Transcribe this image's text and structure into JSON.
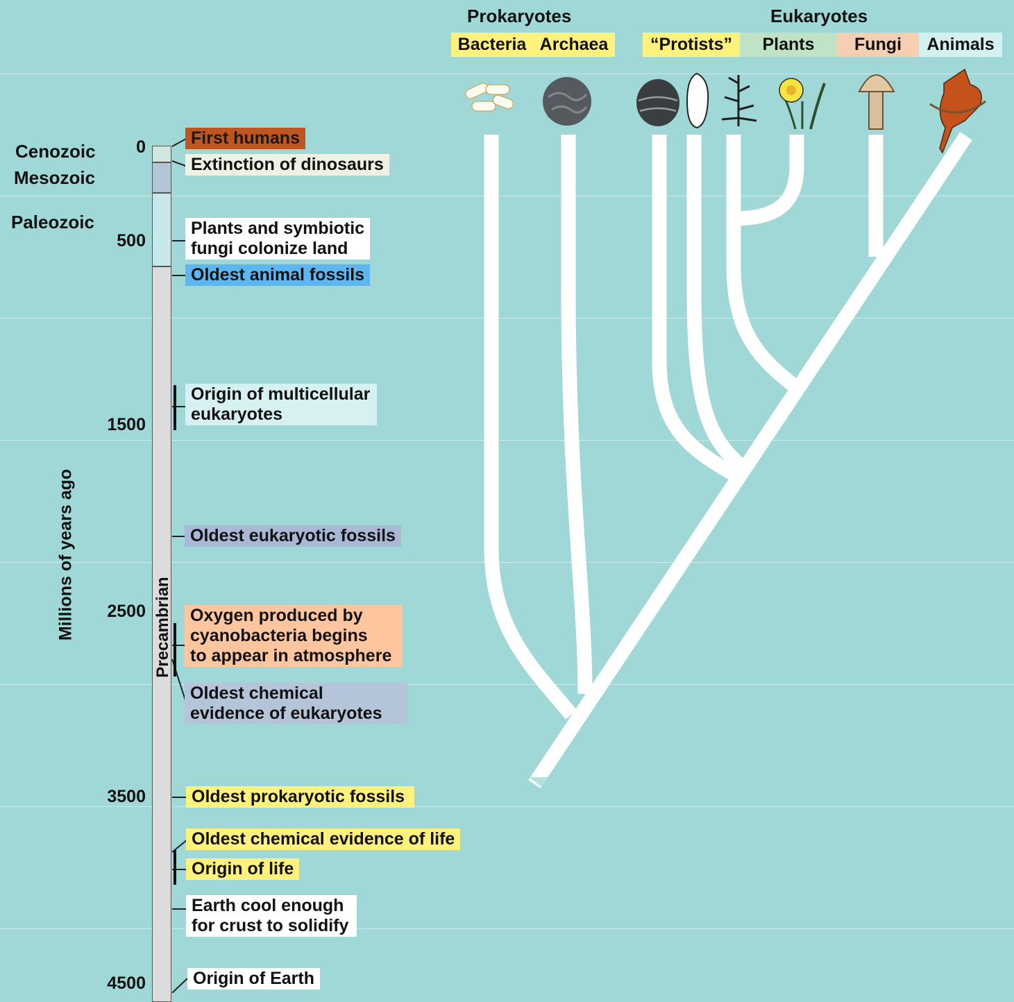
{
  "axis": {
    "title": "Millions of years ago",
    "ticks": [
      "0",
      "500",
      "1500",
      "2500",
      "3500",
      "4500"
    ]
  },
  "eras": {
    "cenozoic": "Cenozoic",
    "mesozoic": "Mesozoic",
    "paleozoic": "Paleozoic",
    "precambrian": "Precambrian"
  },
  "events": [
    {
      "text": "First humans",
      "color": "#c0561f"
    },
    {
      "text": "Extinction of dinosaurs",
      "color": "#eef1e4"
    },
    {
      "text": "Plants and symbiotic",
      "text2": "fungi colonize land",
      "color": "#ffffff"
    },
    {
      "text": "Oldest animal fossils",
      "color": "#5bb6f1"
    },
    {
      "text": "Origin of multicellular",
      "text2": "eukaryotes",
      "color": "#d7f0f1"
    },
    {
      "text": "Oldest eukaryotic fossils",
      "color": "#a9b9d5"
    },
    {
      "text": "Oxygen produced by",
      "text2": "cyanobacteria begins",
      "text3": "to appear in atmosphere",
      "color": "#ffc59e"
    },
    {
      "text": "Oldest chemical",
      "text2": "evidence of eukaryotes",
      "color": "#b5c5d9"
    },
    {
      "text": "Oldest prokaryotic fossils",
      "color": "#fff27c"
    },
    {
      "text": "Oldest chemical evidence of life",
      "color": "#fff27c"
    },
    {
      "text": "Origin of life",
      "color": "#fff27c"
    },
    {
      "text": "Earth cool enough",
      "text2": "for crust to solidify",
      "color": "#ffffff"
    },
    {
      "text": "Origin of Earth",
      "color": "#ffffff"
    }
  ],
  "groups": {
    "prokaryotes": "Prokaryotes",
    "eukaryotes": "Eukaryotes"
  },
  "taxa": [
    {
      "label": "Bacteria",
      "color": "#fff27c"
    },
    {
      "label": "Archaea",
      "color": "#fff27c"
    },
    {
      "label": "“Protists”",
      "color": "#fff27c"
    },
    {
      "label": "Plants",
      "color": "#bfe3c4"
    },
    {
      "label": "Fungi",
      "color": "#f5cfb1"
    },
    {
      "label": "Animals",
      "color": "#d4f0ef"
    }
  ]
}
